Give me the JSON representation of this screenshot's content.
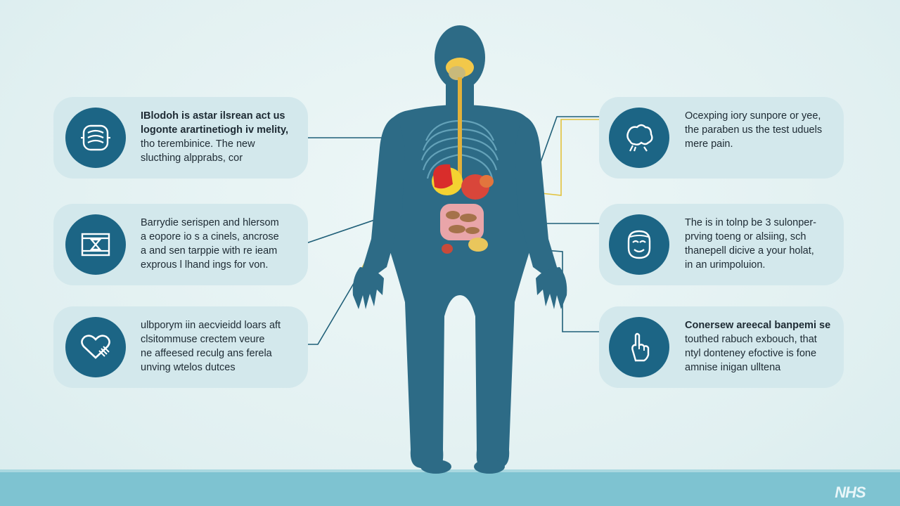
{
  "left_cards": [
    {
      "icon": "stomach-icon",
      "lines": [
        "IBlodoh is astar ilsrean act us",
        "logonte arartinetiogh iv melity,",
        "tho terembinice. The new",
        "slucthing alpprabs, cor"
      ]
    },
    {
      "icon": "hourglass-icon",
      "lines": [
        "Barrydie serispen and hlersom",
        "a eopore io s a cinels, ancrose",
        "a and sen tarppie with re ieam",
        "exprous l lhand ings for von."
      ]
    },
    {
      "icon": "heart-icon",
      "lines": [
        "ulbporym iin aecvieidd loars aft",
        "clsitommuse crectem veure",
        "ne affeesed reculg ans ferela",
        "unving wtelos dutces"
      ]
    }
  ],
  "right_cards": [
    {
      "icon": "brain-icon",
      "lines": [
        "Ocexping iory sunpore or yee,",
        "the paraben us the test uduels",
        "mere pain."
      ]
    },
    {
      "icon": "face-icon",
      "lines": [
        "The is in tolnp be 3 sulonper-",
        "prving toeng or alsiing, sch",
        "thanepell dicive a your holat,",
        "in an urimpoluion."
      ]
    },
    {
      "icon": "finger-icon",
      "lines": [
        "Conersew areecal banpemi se",
        "touthed rabuch exbouch, that",
        "ntyl donteney efoctive is fone",
        "amnise inigan ulltena"
      ]
    }
  ],
  "logo_text": "NHS",
  "colors": {
    "background": "#e3f1f2",
    "card": "#d3e8ec",
    "icon_circle": "#1c6585",
    "body": "#2d6b86",
    "floor": "#7ec3d1",
    "connector_dark": "#1f5f78",
    "connector_yellow": "#e2c23b"
  }
}
